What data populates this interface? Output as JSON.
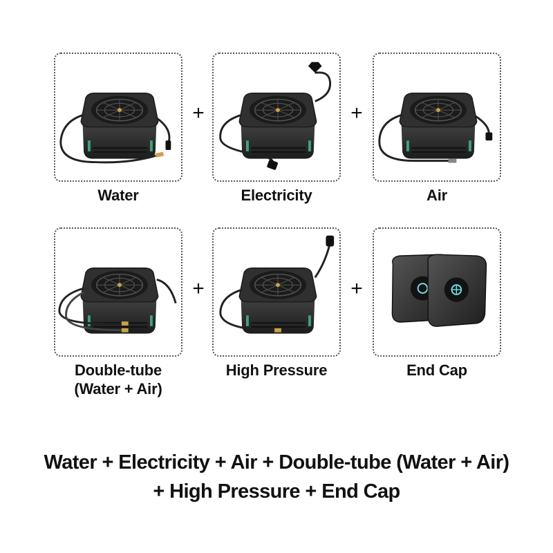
{
  "items": [
    {
      "label": "Water",
      "icon": "hose-reel-water-icon"
    },
    {
      "label": "Electricity",
      "icon": "cable-reel-electricity-icon"
    },
    {
      "label": "Air",
      "icon": "hose-reel-air-icon"
    },
    {
      "label_line1": "Double-tube",
      "label_line2": "(Water + Air)",
      "icon": "hose-reel-double-tube-icon"
    },
    {
      "label": "High Pressure",
      "icon": "hose-reel-high-pressure-icon"
    },
    {
      "label": "End Cap",
      "icon": "end-cap-icon"
    }
  ],
  "plus_sign": "+",
  "summary": {
    "line1": "Water + Electricity + Air + Double-tube (Water + Air)",
    "line2": "+ High Pressure + End Cap"
  },
  "colors": {
    "border": "#555555",
    "reel_body": "#2b2b2b",
    "accent_green": "#3fa37a",
    "brass": "#c9a24a"
  }
}
